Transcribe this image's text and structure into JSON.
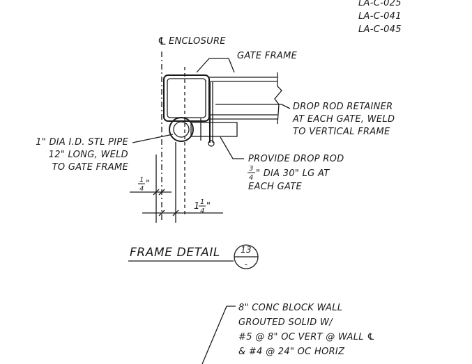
{
  "sheet_refs": [
    "LA-C-025",
    "LA-C-041",
    "LA-C-045"
  ],
  "enclosure_label": "ENCLOSURE",
  "callouts": {
    "gate_frame": "GATE FRAME",
    "drop_rod_retainer": [
      "DROP ROD RETAINER",
      "AT EACH GATE, WELD",
      "TO VERTICAL FRAME"
    ],
    "pipe": [
      "1\" DIA I.D. STL PIPE",
      "12\" LONG, WELD",
      "TO GATE FRAME"
    ],
    "drop_rod": {
      "line1": "PROVIDE DROP ROD",
      "line2_num": "3",
      "line2_den": "4",
      "line2_text": "\" DIA 30\" LG AT",
      "line3": "EACH GATE"
    }
  },
  "dimensions": {
    "quarter": {
      "num": "1",
      "den": "4",
      "unit": "\""
    },
    "one_quarter": {
      "whole": "1",
      "num": "1",
      "den": "4",
      "unit": "\""
    }
  },
  "detail": {
    "title": "FRAME DETAIL",
    "number": "13",
    "sheet": "-"
  },
  "wall_note": [
    "8\" CONC BLOCK WALL",
    "GROUTED SOLID W/",
    "#5 @ 8\" OC VERT @ WALL ℄",
    "& #4 @ 24\" OC HORIZ"
  ]
}
